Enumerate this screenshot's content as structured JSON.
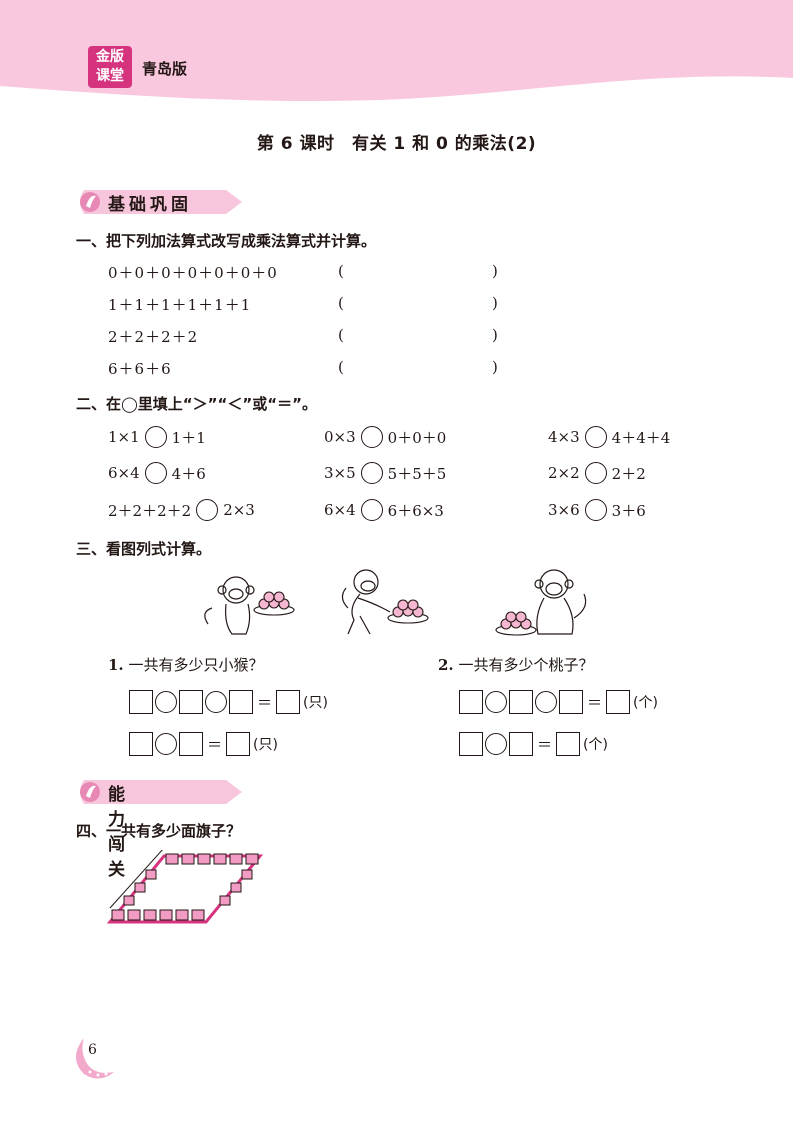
{
  "header": {
    "logo_line1": "金版",
    "logo_line2": "课堂",
    "edition": "青岛版"
  },
  "lesson_title": "第 6 课时　有关 1 和 0 的乘法(2)",
  "section1": {
    "title": "基础巩固",
    "q1": {
      "title": "一、把下列加法算式改写成乘法算式并计算。",
      "items": [
        {
          "expr": "0＋0＋0＋0＋0＋0＋0",
          "open": "(",
          "close": ")"
        },
        {
          "expr": "1＋1＋1＋1＋1＋1",
          "open": "(",
          "close": ")"
        },
        {
          "expr": "2＋2＋2＋2",
          "open": "(",
          "close": ")"
        },
        {
          "expr": "6＋6＋6",
          "open": "(",
          "close": ")"
        }
      ]
    },
    "q2": {
      "title": "二、在◯里填上“＞”“＜”或“＝”。",
      "rows": [
        [
          {
            "left": "1×1",
            "right": "1＋1"
          },
          {
            "left": "0×3",
            "right": "0＋0＋0"
          },
          {
            "left": "4×3",
            "right": "4＋4＋4"
          }
        ],
        [
          {
            "left": "6×4",
            "right": "4＋6"
          },
          {
            "left": "3×5",
            "right": "5＋5＋5"
          },
          {
            "left": "2×2",
            "right": "2＋2"
          }
        ],
        [
          {
            "left": "2＋2＋2＋2",
            "right": "2×3"
          },
          {
            "left": "6×4",
            "right": "6＋6×3"
          },
          {
            "left": "3×6",
            "right": "3＋6"
          }
        ]
      ]
    },
    "q3": {
      "title": "三、看图列式计算。",
      "sub1": {
        "num": "1.",
        "text": "一共有多少只小猴？",
        "unit": "(只)",
        "equals": "＝"
      },
      "sub2": {
        "num": "2.",
        "text": "一共有多少个桃子？",
        "unit": "(个)",
        "equals": "＝"
      }
    }
  },
  "section2": {
    "title": "能力闯关",
    "q4": {
      "title": "四、一共有多少面旗子？"
    }
  },
  "page_number": "6",
  "colors": {
    "accent": "#d6337f",
    "banner_pink": "#f7c6dc",
    "header_pink": "#f9c8df"
  }
}
